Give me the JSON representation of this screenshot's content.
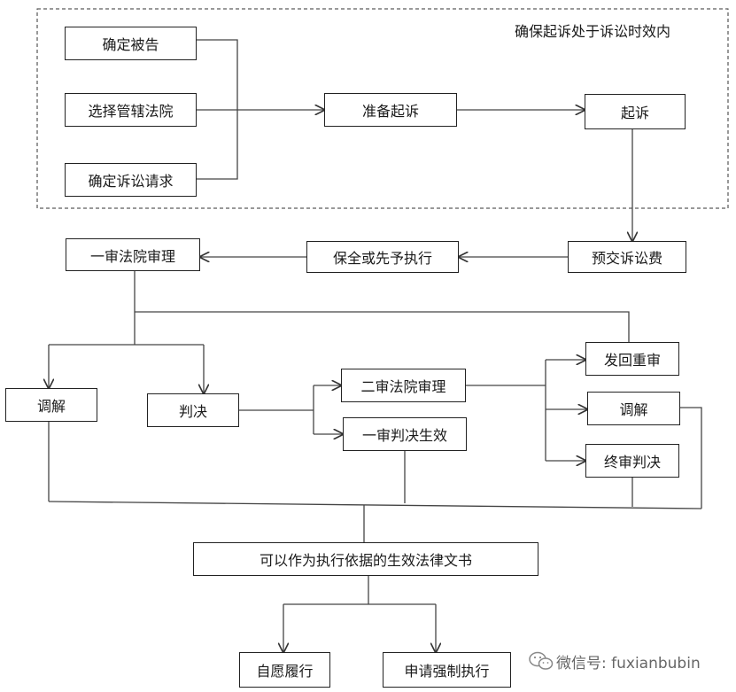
{
  "scope_note": "确保起诉处于诉讼时效内",
  "nodes": {
    "confirm_defendant": "确定被告",
    "choose_court": "选择管辖法院",
    "confirm_claims": "确定诉讼请求",
    "prepare_suit": "准备起诉",
    "file_suit": "起诉",
    "prepay_fees": "预交诉讼费",
    "preservation": "保全或先予执行",
    "first_trial": "一审法院审理",
    "mediation_1": "调解",
    "judgment": "判决",
    "second_trial": "二审法院审理",
    "first_effective": "一审判决生效",
    "remand_retrial": "发回重审",
    "mediation_2": "调解",
    "final_judgment": "终审判决",
    "effective_docs": "可以作为执行依据的生效法律文书",
    "voluntary": "自愿履行",
    "enforcement": "申请强制执行"
  },
  "watermark": {
    "text": "微信号: fuxianbubin",
    "icon": "wechat-icon"
  }
}
